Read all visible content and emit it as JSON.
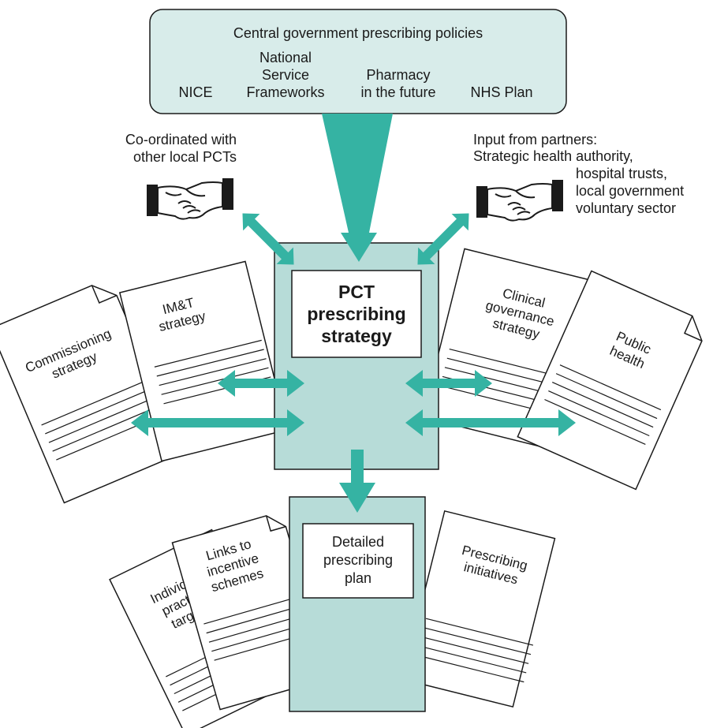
{
  "colors": {
    "teal_fill": "#b7dcd8",
    "arrow_teal": "#35b3a3",
    "outline": "#1a1a1a",
    "paper": "#ffffff"
  },
  "top_box": {
    "title": "Central government prescribing policies",
    "items": {
      "nice": "NICE",
      "nsf_line1": "National",
      "nsf_line2": "Service",
      "nsf_line3": "Frameworks",
      "pharmacy_line1": "Pharmacy",
      "pharmacy_line2": "in the future",
      "nhs_plan": "NHS Plan"
    }
  },
  "left_partner": {
    "icon": "handshake-icon",
    "line1": "Co-ordinated with",
    "line2": "other local PCTs"
  },
  "right_partner": {
    "icon": "handshake-icon",
    "line1": "Input from partners:",
    "line2": "Strategic health authority,",
    "line3": "hospital trusts,",
    "line4": "local government",
    "line5": "voluntary sector"
  },
  "center": {
    "line1": "PCT",
    "line2": "prescribing",
    "line3": "strategy"
  },
  "side_docs": {
    "commissioning": {
      "line1": "Commissioning",
      "line2": "strategy"
    },
    "imt": {
      "line1": "IM&T",
      "line2": "strategy"
    },
    "clinical": {
      "line1": "Clinical",
      "line2": "governance",
      "line3": "strategy"
    },
    "public_health": {
      "line1": "Public",
      "line2": "health"
    }
  },
  "plan": {
    "line1": "Detailed",
    "line2": "prescribing",
    "line3": "plan"
  },
  "bottom_docs": {
    "individual": {
      "line1": "Individual",
      "line2": "practice",
      "line3": "targets"
    },
    "links": {
      "line1": "Links to",
      "line2": "incentive",
      "line3": "schemes"
    },
    "initiatives": {
      "line1": "Prescribing",
      "line2": "initiatives"
    }
  }
}
